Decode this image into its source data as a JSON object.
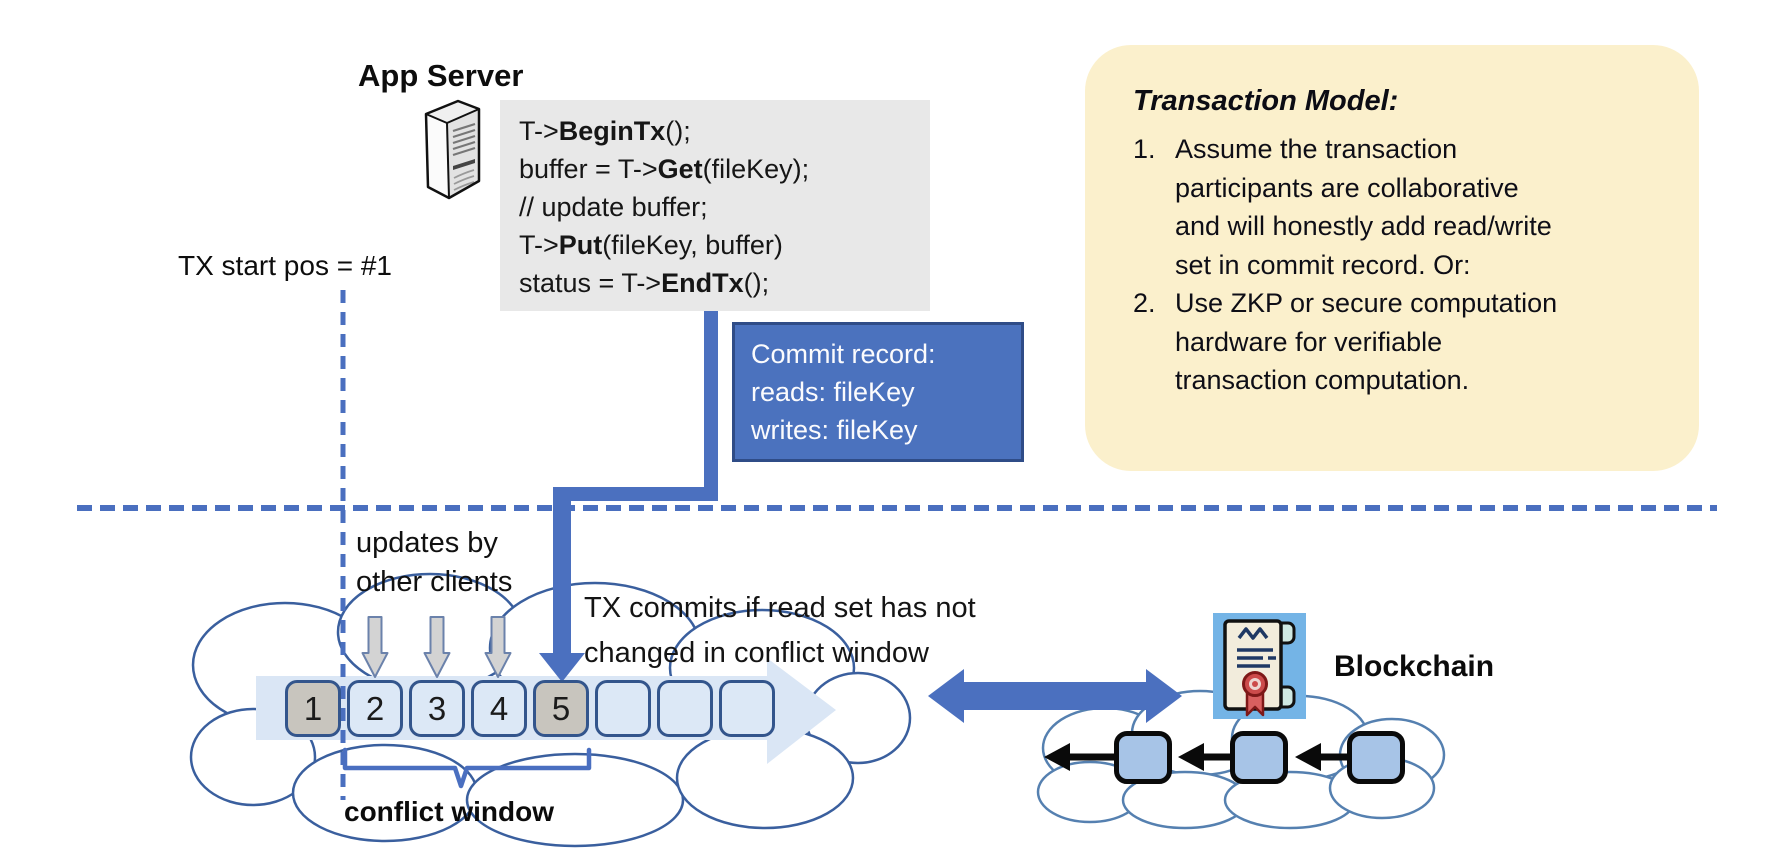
{
  "colors": {
    "accent_blue": "#4B70BF",
    "commit_box_fill": "#4B72BE",
    "commit_box_border": "#2F4C87",
    "yellow_panel": "#FBF0CC",
    "code_bg": "#E8E8E8",
    "block_border": "#33558C",
    "light_block_fill": "#DCE8F6",
    "gray_block_fill": "#C8C5BE",
    "band_fill": "#DAE6F5",
    "left_cloud_stroke": "#3A5F9E",
    "right_cloud_stroke": "#5580B0",
    "chain_block_fill": "#A7C4E7"
  },
  "app_server": {
    "title": "App Server",
    "icon": "server-tower-icon",
    "code_lines": [
      [
        [
          "T->",
          false
        ],
        [
          "BeginTx",
          true
        ],
        [
          "();",
          false
        ]
      ],
      [
        [
          "buffer = T->",
          false
        ],
        [
          "Get",
          true
        ],
        [
          "(fileKey);",
          false
        ]
      ],
      [
        [
          "// update buffer;",
          false
        ]
      ],
      [
        [
          "T->",
          false
        ],
        [
          "Put",
          true
        ],
        [
          "(fileKey, buffer)",
          false
        ]
      ],
      [
        [
          "status = T->",
          false
        ],
        [
          "EndTx",
          true
        ],
        [
          "();",
          false
        ]
      ]
    ]
  },
  "tx_start_label": "TX start pos = #1",
  "commit_record": {
    "lines": [
      "Commit record:",
      "reads: fileKey",
      "writes: fileKey"
    ]
  },
  "transaction_model": {
    "title": "Transaction Model:",
    "items": [
      {
        "num": "1.",
        "lines": [
          "Assume the transaction",
          "participants are collaborative",
          "and will honestly add read/write",
          "set in commit record.  Or:"
        ]
      },
      {
        "num": "2.",
        "lines": [
          "Use ZKP or secure computation",
          "hardware for verifiable",
          "transaction computation."
        ]
      }
    ]
  },
  "timeline": {
    "updates_label_line1": "updates by",
    "updates_label_line2": "other clients",
    "commit_note_line1": "TX commits if read set has not",
    "commit_note_line2": "changed in conflict window",
    "conflict_window_label": "conflict window",
    "blocks": [
      {
        "label": "1",
        "state": "gray"
      },
      {
        "label": "2",
        "state": "light"
      },
      {
        "label": "3",
        "state": "light"
      },
      {
        "label": "4",
        "state": "light"
      },
      {
        "label": "5",
        "state": "gray"
      },
      {
        "label": "",
        "state": "light"
      },
      {
        "label": "",
        "state": "light"
      },
      {
        "label": "",
        "state": "light"
      }
    ]
  },
  "blockchain": {
    "label": "Blockchain",
    "icon": "smart-contract-certificate-icon",
    "block_count": 3
  }
}
